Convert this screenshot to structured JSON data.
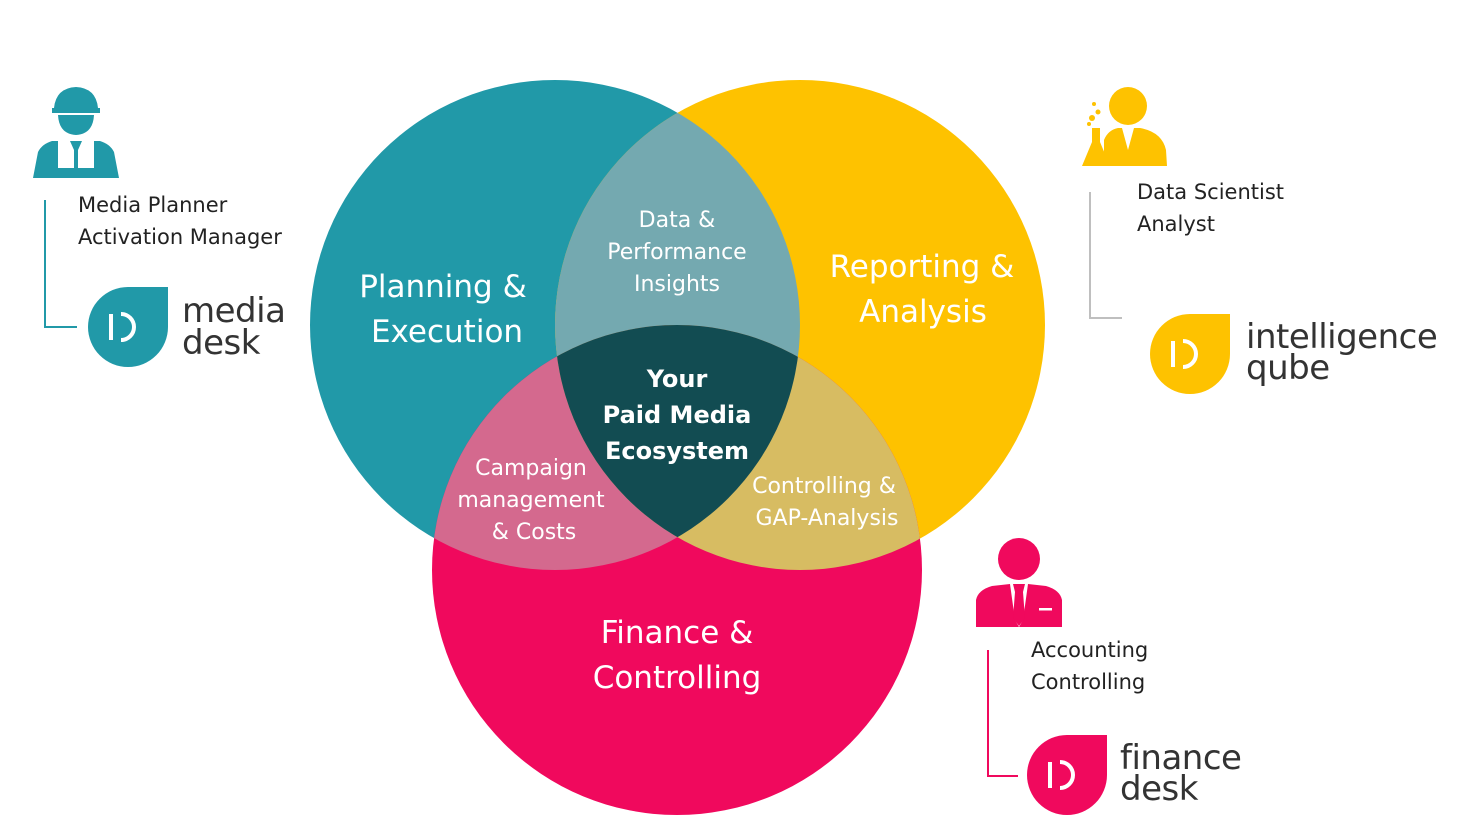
{
  "colors": {
    "teal": "#2199A8",
    "yellow": "#FEC200",
    "pink": "#F0095D",
    "teal_yellow": "#74A9B0",
    "teal_pink": "#D4698E",
    "yellow_pink": "#D7BC62",
    "center": "#124C52",
    "line_gray": "#BFBFBF"
  },
  "circles": {
    "planning": {
      "line1": "Planning &",
      "line2": "Execution"
    },
    "reporting": {
      "line1": "Reporting &",
      "line2": "Analysis"
    },
    "finance": {
      "line1": "Finance &",
      "line2": "Controlling"
    }
  },
  "overlaps": {
    "data": {
      "line1": "Data &",
      "line2": "Performance",
      "line3": "Insights"
    },
    "campaign": {
      "line1": "Campaign",
      "line2": "management",
      "line3": "& Costs"
    },
    "controlling": {
      "line1": "Controlling &",
      "line2": "GAP-Analysis"
    },
    "center": {
      "line1": "Your",
      "line2": "Paid Media",
      "line3": "Ecosystem"
    }
  },
  "personas": {
    "media": {
      "icon": "construction-worker-icon",
      "role1": "Media Planner",
      "role2": "Activation Manager",
      "brand1": "media",
      "brand2": "desk"
    },
    "intelligence": {
      "icon": "scientist-icon",
      "role1": "Data Scientist",
      "role2": "Analyst",
      "brand1": "intelligence",
      "brand2": "qube"
    },
    "finance": {
      "icon": "businessman-icon",
      "role1": "Accounting",
      "role2": "Controlling",
      "brand1": "finance",
      "brand2": "desk"
    }
  }
}
